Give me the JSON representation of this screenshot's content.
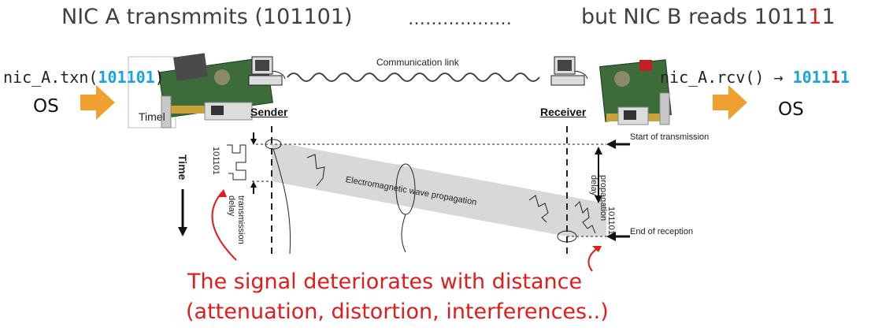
{
  "header": {
    "left": "NIC A transmmits (101101)",
    "middle": "………………",
    "right_prefix": "but NIC B reads 1011",
    "right_red": "1",
    "right_suffix": "1"
  },
  "sender_code": {
    "prefix": "nic_A.txn(",
    "value": "101101",
    "suffix": ")"
  },
  "receiver_code": {
    "prefix": "nic_A.rcv() ",
    "arrow": "→",
    "value_a": "1011",
    "value_red": "1",
    "value_b": "1"
  },
  "os_left": "OS",
  "os_right": "OS",
  "diagram": {
    "comm_link": "Communication link",
    "sender": "Sender",
    "receiver": "Receiver",
    "timeline_partial": "Timel",
    "start_tx": "Start of transmission",
    "end_rx": "End of reception",
    "prop_delay": "propagation delay",
    "tx_delay": "transmission delay",
    "bits_sender": "101101",
    "bits_receiver": "101101",
    "wave_label": "Electromagnetic wave propagation",
    "time_label": "Time"
  },
  "caption": {
    "line1": "The signal deteriorates with distance",
    "line2": "(attenuation, distortion, interferences..)"
  },
  "colors": {
    "accent_blue": "#1aa3e0",
    "accent_red": "#e01c1c",
    "arrow_orange": "#f0a030",
    "band_gray": "#d8d8d8"
  }
}
